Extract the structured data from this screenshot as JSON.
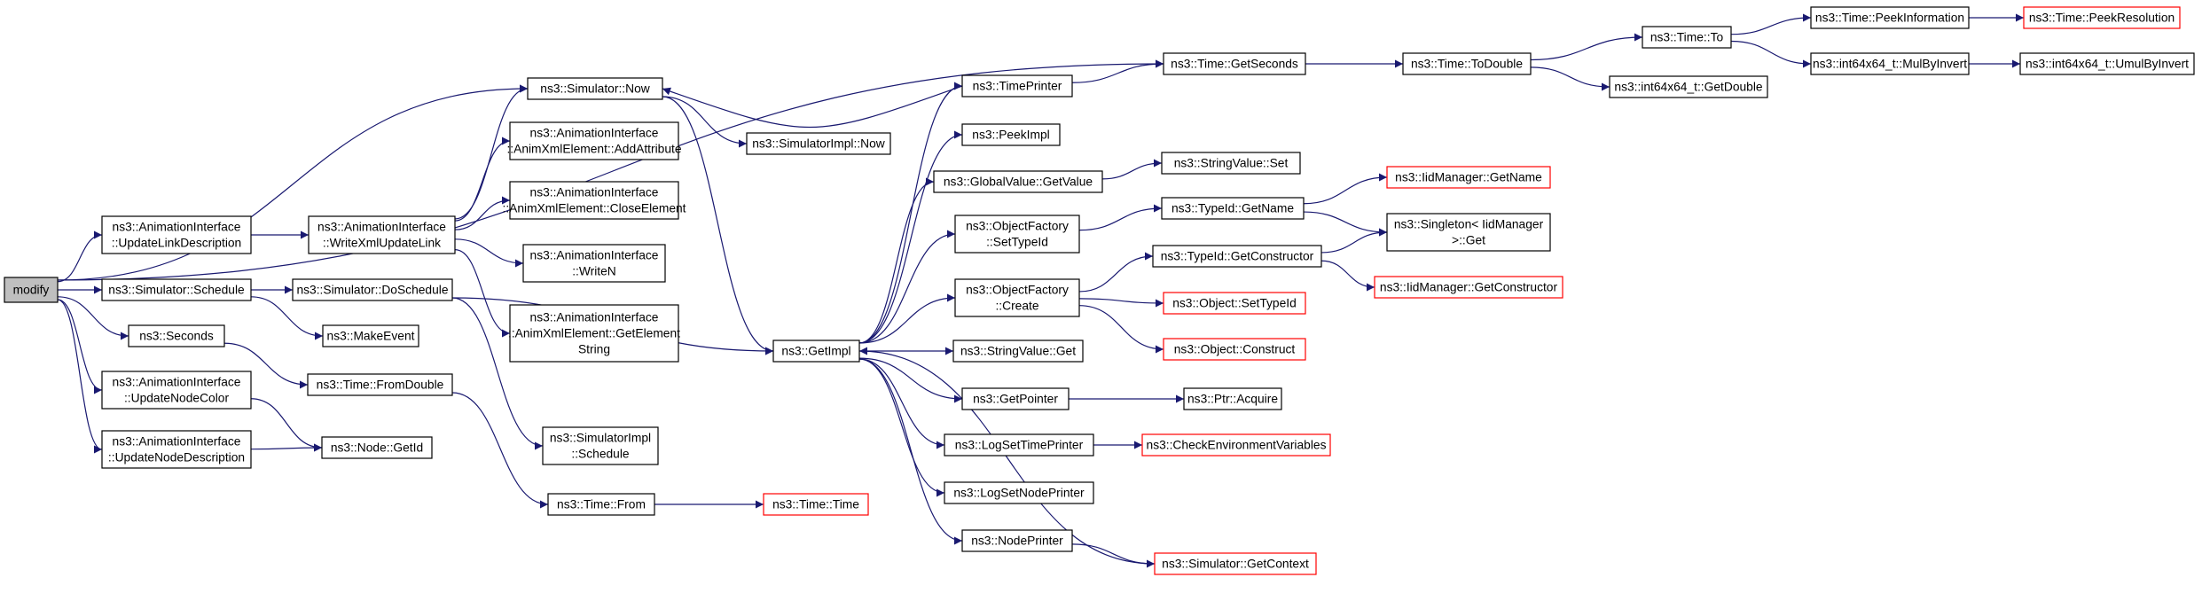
{
  "colors": {
    "edge": "#191970",
    "node_border": "#000000",
    "node_border_truncated": "#ff0000",
    "node_fill": "#ffffff",
    "root_fill": "#bfbfbf"
  },
  "nodes": [
    {
      "id": "modify",
      "lines": [
        "modify"
      ],
      "kind": "root"
    },
    {
      "id": "updLinkDesc",
      "lines": [
        "ns3::AnimationInterface",
        "::UpdateLinkDescription"
      ],
      "kind": "normal"
    },
    {
      "id": "schedule",
      "lines": [
        "ns3::Simulator::Schedule"
      ],
      "kind": "normal"
    },
    {
      "id": "seconds",
      "lines": [
        "ns3::Seconds"
      ],
      "kind": "normal"
    },
    {
      "id": "updNodeColor",
      "lines": [
        "ns3::AnimationInterface",
        "::UpdateNodeColor"
      ],
      "kind": "normal"
    },
    {
      "id": "updNodeDesc",
      "lines": [
        "ns3::AnimationInterface",
        "::UpdateNodeDescription"
      ],
      "kind": "normal"
    },
    {
      "id": "writeXml",
      "lines": [
        "ns3::AnimationInterface",
        "::WriteXmlUpdateLink"
      ],
      "kind": "normal"
    },
    {
      "id": "doSchedule",
      "lines": [
        "ns3::Simulator::DoSchedule"
      ],
      "kind": "normal"
    },
    {
      "id": "makeEvent",
      "lines": [
        "ns3::MakeEvent"
      ],
      "kind": "normal"
    },
    {
      "id": "fromDouble",
      "lines": [
        "ns3::Time::FromDouble"
      ],
      "kind": "normal"
    },
    {
      "id": "nodeGetId",
      "lines": [
        "ns3::Node::GetId"
      ],
      "kind": "normal"
    },
    {
      "id": "simNow",
      "lines": [
        "ns3::Simulator::Now"
      ],
      "kind": "normal"
    },
    {
      "id": "addAttr",
      "lines": [
        "ns3::AnimationInterface",
        "::AnimXmlElement::AddAttribute"
      ],
      "kind": "normal"
    },
    {
      "id": "closeEl",
      "lines": [
        "ns3::AnimationInterface",
        "::AnimXmlElement::CloseElement"
      ],
      "kind": "normal"
    },
    {
      "id": "writeN",
      "lines": [
        "ns3::AnimationInterface",
        "::WriteN"
      ],
      "kind": "normal"
    },
    {
      "id": "getElStr",
      "lines": [
        "ns3::AnimationInterface",
        "::AnimXmlElement::GetElement",
        "String"
      ],
      "kind": "normal"
    },
    {
      "id": "implSchedule",
      "lines": [
        "ns3::SimulatorImpl",
        "::Schedule"
      ],
      "kind": "normal"
    },
    {
      "id": "timeFrom",
      "lines": [
        "ns3::Time::From"
      ],
      "kind": "normal"
    },
    {
      "id": "implNow",
      "lines": [
        "ns3::SimulatorImpl::Now"
      ],
      "kind": "normal"
    },
    {
      "id": "getImpl",
      "lines": [
        "ns3::GetImpl"
      ],
      "kind": "normal"
    },
    {
      "id": "timeTime",
      "lines": [
        "ns3::Time::Time"
      ],
      "kind": "truncated"
    },
    {
      "id": "timePrinter",
      "lines": [
        "ns3::TimePrinter"
      ],
      "kind": "normal"
    },
    {
      "id": "peekImpl",
      "lines": [
        "ns3::PeekImpl"
      ],
      "kind": "normal"
    },
    {
      "id": "gvGetValue",
      "lines": [
        "ns3::GlobalValue::GetValue"
      ],
      "kind": "normal"
    },
    {
      "id": "ofSetTypeId",
      "lines": [
        "ns3::ObjectFactory",
        "::SetTypeId"
      ],
      "kind": "normal"
    },
    {
      "id": "ofCreate",
      "lines": [
        "ns3::ObjectFactory",
        "::Create"
      ],
      "kind": "normal"
    },
    {
      "id": "svGet",
      "lines": [
        "ns3::StringValue::Get"
      ],
      "kind": "normal"
    },
    {
      "id": "getPointer",
      "lines": [
        "ns3::GetPointer"
      ],
      "kind": "normal"
    },
    {
      "id": "logSetTime",
      "lines": [
        "ns3::LogSetTimePrinter"
      ],
      "kind": "normal"
    },
    {
      "id": "logSetNode",
      "lines": [
        "ns3::LogSetNodePrinter"
      ],
      "kind": "normal"
    },
    {
      "id": "nodePrinter",
      "lines": [
        "ns3::NodePrinter"
      ],
      "kind": "normal"
    },
    {
      "id": "getSeconds",
      "lines": [
        "ns3::Time::GetSeconds"
      ],
      "kind": "normal"
    },
    {
      "id": "svSet",
      "lines": [
        "ns3::StringValue::Set"
      ],
      "kind": "normal"
    },
    {
      "id": "tidGetName",
      "lines": [
        "ns3::TypeId::GetName"
      ],
      "kind": "normal"
    },
    {
      "id": "tidGetCtor",
      "lines": [
        "ns3::TypeId::GetConstructor"
      ],
      "kind": "normal"
    },
    {
      "id": "objSetTypeId",
      "lines": [
        "ns3::Object::SetTypeId"
      ],
      "kind": "truncated"
    },
    {
      "id": "objConstruct",
      "lines": [
        "ns3::Object::Construct"
      ],
      "kind": "truncated"
    },
    {
      "id": "ptrAcquire",
      "lines": [
        "ns3::Ptr::Acquire"
      ],
      "kind": "normal"
    },
    {
      "id": "checkEnv",
      "lines": [
        "ns3::CheckEnvironmentVariables"
      ],
      "kind": "truncated"
    },
    {
      "id": "simGetContext",
      "lines": [
        "ns3::Simulator::GetContext"
      ],
      "kind": "truncated"
    },
    {
      "id": "toDouble",
      "lines": [
        "ns3::Time::ToDouble"
      ],
      "kind": "normal"
    },
    {
      "id": "lidGetName",
      "lines": [
        "ns3::IidManager::GetName"
      ],
      "kind": "truncated"
    },
    {
      "id": "singletonGet",
      "lines": [
        "ns3::Singleton< IidManager",
        ">::Get"
      ],
      "kind": "normal"
    },
    {
      "id": "lidGetCtor",
      "lines": [
        "ns3::IidManager::GetConstructor"
      ],
      "kind": "truncated"
    },
    {
      "id": "timeTo",
      "lines": [
        "ns3::Time::To"
      ],
      "kind": "normal"
    },
    {
      "id": "int64GetDouble",
      "lines": [
        "ns3::int64x64_t::GetDouble"
      ],
      "kind": "normal"
    },
    {
      "id": "peekInfo",
      "lines": [
        "ns3::Time::PeekInformation"
      ],
      "kind": "normal"
    },
    {
      "id": "mulByInvert",
      "lines": [
        "ns3::int64x64_t::MulByInvert"
      ],
      "kind": "normal"
    },
    {
      "id": "peekRes",
      "lines": [
        "ns3::Time::PeekResolution"
      ],
      "kind": "truncated"
    },
    {
      "id": "umulByInvert",
      "lines": [
        "ns3::int64x64_t::UmulByInvert"
      ],
      "kind": "normal"
    }
  ],
  "edges": [
    [
      "modify",
      "updLinkDesc"
    ],
    [
      "modify",
      "schedule"
    ],
    [
      "modify",
      "seconds"
    ],
    [
      "modify",
      "updNodeColor"
    ],
    [
      "modify",
      "updNodeDesc"
    ],
    [
      "modify",
      "simNow"
    ],
    [
      "modify",
      "getSeconds"
    ],
    [
      "updLinkDesc",
      "writeXml"
    ],
    [
      "writeXml",
      "simNow"
    ],
    [
      "writeXml",
      "addAttr"
    ],
    [
      "writeXml",
      "closeEl"
    ],
    [
      "writeXml",
      "writeN"
    ],
    [
      "writeXml",
      "getElStr"
    ],
    [
      "schedule",
      "doSchedule"
    ],
    [
      "schedule",
      "makeEvent"
    ],
    [
      "doSchedule",
      "getImpl"
    ],
    [
      "doSchedule",
      "implSchedule"
    ],
    [
      "seconds",
      "fromDouble"
    ],
    [
      "fromDouble",
      "timeFrom"
    ],
    [
      "timeFrom",
      "timeTime"
    ],
    [
      "updNodeColor",
      "nodeGetId"
    ],
    [
      "updNodeDesc",
      "nodeGetId"
    ],
    [
      "simNow",
      "implNow"
    ],
    [
      "simNow",
      "getImpl"
    ],
    [
      "timePrinter",
      "simNow"
    ],
    [
      "timePrinter",
      "getSeconds"
    ],
    [
      "getImpl",
      "timePrinter"
    ],
    [
      "getImpl",
      "peekImpl"
    ],
    [
      "getImpl",
      "gvGetValue"
    ],
    [
      "getImpl",
      "ofSetTypeId"
    ],
    [
      "getImpl",
      "ofCreate"
    ],
    [
      "getImpl",
      "svGet"
    ],
    [
      "getImpl",
      "getPointer"
    ],
    [
      "getImpl",
      "logSetTime"
    ],
    [
      "getImpl",
      "logSetNode"
    ],
    [
      "getImpl",
      "nodePrinter"
    ],
    [
      "gvGetValue",
      "svSet"
    ],
    [
      "ofSetTypeId",
      "tidGetName"
    ],
    [
      "ofCreate",
      "tidGetCtor"
    ],
    [
      "ofCreate",
      "objSetTypeId"
    ],
    [
      "ofCreate",
      "objConstruct"
    ],
    [
      "getPointer",
      "ptrAcquire"
    ],
    [
      "logSetTime",
      "checkEnv"
    ],
    [
      "nodePrinter",
      "simGetContext"
    ],
    [
      "simGetContext",
      "getImpl"
    ],
    [
      "getSeconds",
      "toDouble"
    ],
    [
      "toDouble",
      "timeTo"
    ],
    [
      "toDouble",
      "int64GetDouble"
    ],
    [
      "tidGetName",
      "lidGetName"
    ],
    [
      "tidGetName",
      "singletonGet"
    ],
    [
      "tidGetCtor",
      "singletonGet"
    ],
    [
      "tidGetCtor",
      "lidGetCtor"
    ],
    [
      "timeTo",
      "peekInfo"
    ],
    [
      "timeTo",
      "mulByInvert"
    ],
    [
      "peekInfo",
      "peekRes"
    ],
    [
      "mulByInvert",
      "umulByInvert"
    ]
  ]
}
